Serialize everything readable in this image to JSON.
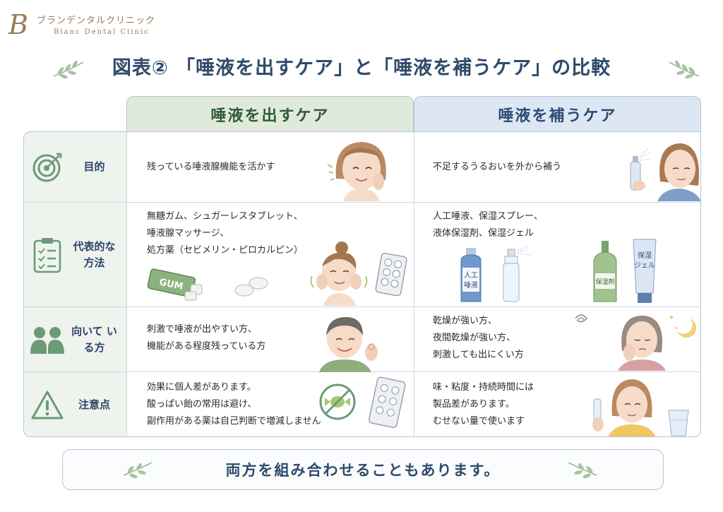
{
  "logo": {
    "mark": "B",
    "name_jp": "ブランデンタルクリニック",
    "name_en": "Blanc Dental Clinic"
  },
  "title": "図表② 「唾液を出すケア」と「唾液を補うケア」の比較",
  "columns": {
    "left": "唾液を出すケア",
    "right": "唾液を補うケア"
  },
  "rows": [
    {
      "icon": "target-icon",
      "label": [
        "目的"
      ],
      "left": [
        "残っている唾液腺機能を活かす"
      ],
      "right": [
        "不足するうるおいを外から補う"
      ]
    },
    {
      "icon": "clipboard-checklist-icon",
      "label": [
        "代表的な",
        "方法"
      ],
      "left": [
        "無糖ガム、シュガーレスタブレット、",
        "唾液腺マッサージ、",
        "処方薬（セビメリン・ピロカルピン）"
      ],
      "right": [
        "人工唾液、保湿スプレー、",
        "液体保湿剤、保湿ジェル"
      ]
    },
    {
      "icon": "people-icon",
      "label": [
        "向いて",
        "いる方"
      ],
      "left": [
        "刺激で唾液が出やすい方、",
        "機能がある程度残っている方"
      ],
      "right": [
        "乾燥が強い方、",
        "夜間乾燥が強い方、",
        "刺激しても出にくい方"
      ]
    },
    {
      "icon": "warning-icon",
      "label": [
        "注意点"
      ],
      "left": [
        "効果に個人差があります。",
        "酸っぱい飴の常用は避け、",
        "副作用がある薬は自己判断で増減しません"
      ],
      "right": [
        "味・粘度・持続時間には",
        "製品差があります。",
        "むせない量で使います"
      ]
    }
  ],
  "illustrations": {
    "gum_label": "GUM",
    "bottle1": "人工\n唾液",
    "bottle3": "保湿剤",
    "tube": "保湿\nジェル"
  },
  "footer": "両方を組み合わせることもあります。",
  "colors": {
    "navy": "#2f4a6b",
    "green_head": "#dfeadb",
    "blue_head": "#dde6f3",
    "label_bg": "#eef3ee",
    "logo": "#9b7a52"
  }
}
